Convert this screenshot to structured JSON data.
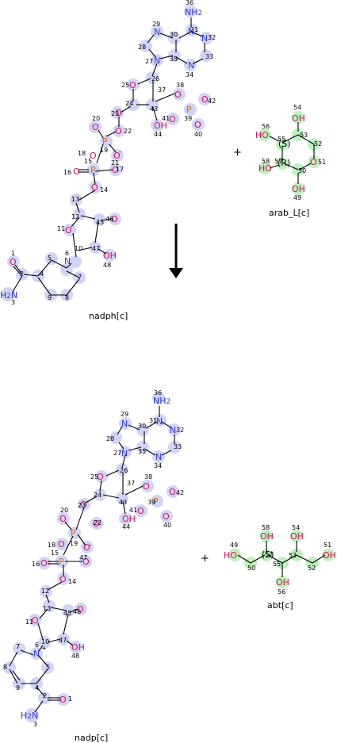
{
  "reaction": {
    "reactant_main": "nadph[c]",
    "reactant_side": "arab_L[c]",
    "product_main": "nadp[c]",
    "product_side": "abt[c]",
    "plus": "+"
  },
  "colors": {
    "nitrogen": "#2e3ad8",
    "oxygen": "#d4145a",
    "phosphorus": "#d2691e",
    "highlight_blue": "#c9ccf4",
    "highlight_green": "#b6f0b6"
  }
}
